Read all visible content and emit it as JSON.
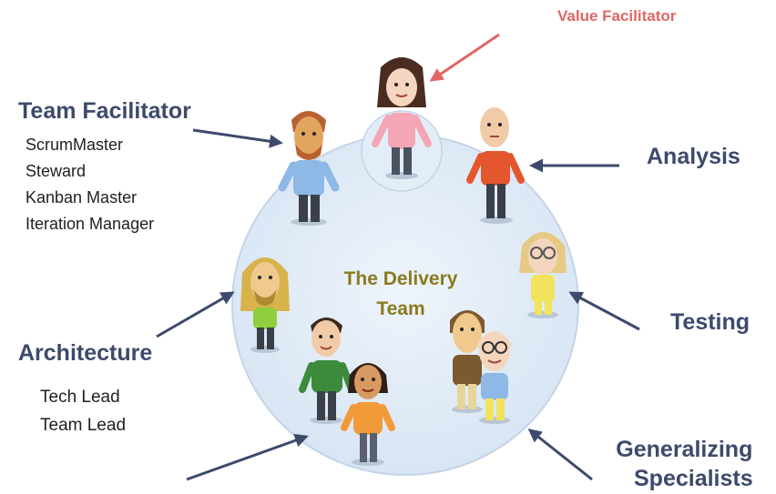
{
  "center": {
    "line1": "The Delivery",
    "line2": "Team"
  },
  "roles": {
    "value_facilitator": "Value Facilitator",
    "team_facilitator": "Team Facilitator",
    "team_facilitator_items": [
      "ScrumMaster",
      "Steward",
      "Kanban Master",
      "Iteration Manager"
    ],
    "analysis": "Analysis",
    "testing": "Testing",
    "architecture": "Architecture",
    "architecture_items": [
      "Tech Lead",
      "Team Lead"
    ],
    "generalizing_line1": "Generalizing",
    "generalizing_line2": "Specialists"
  },
  "colors": {
    "heading": "#3d4a6b",
    "value_facilitator": "#e06666",
    "center_text": "#8a7a1f",
    "circle_fill": "#dfeaf6",
    "circle_stroke": "#c4d4e8",
    "arrow_dark": "#3d4a6b",
    "arrow_red": "#e06666"
  }
}
